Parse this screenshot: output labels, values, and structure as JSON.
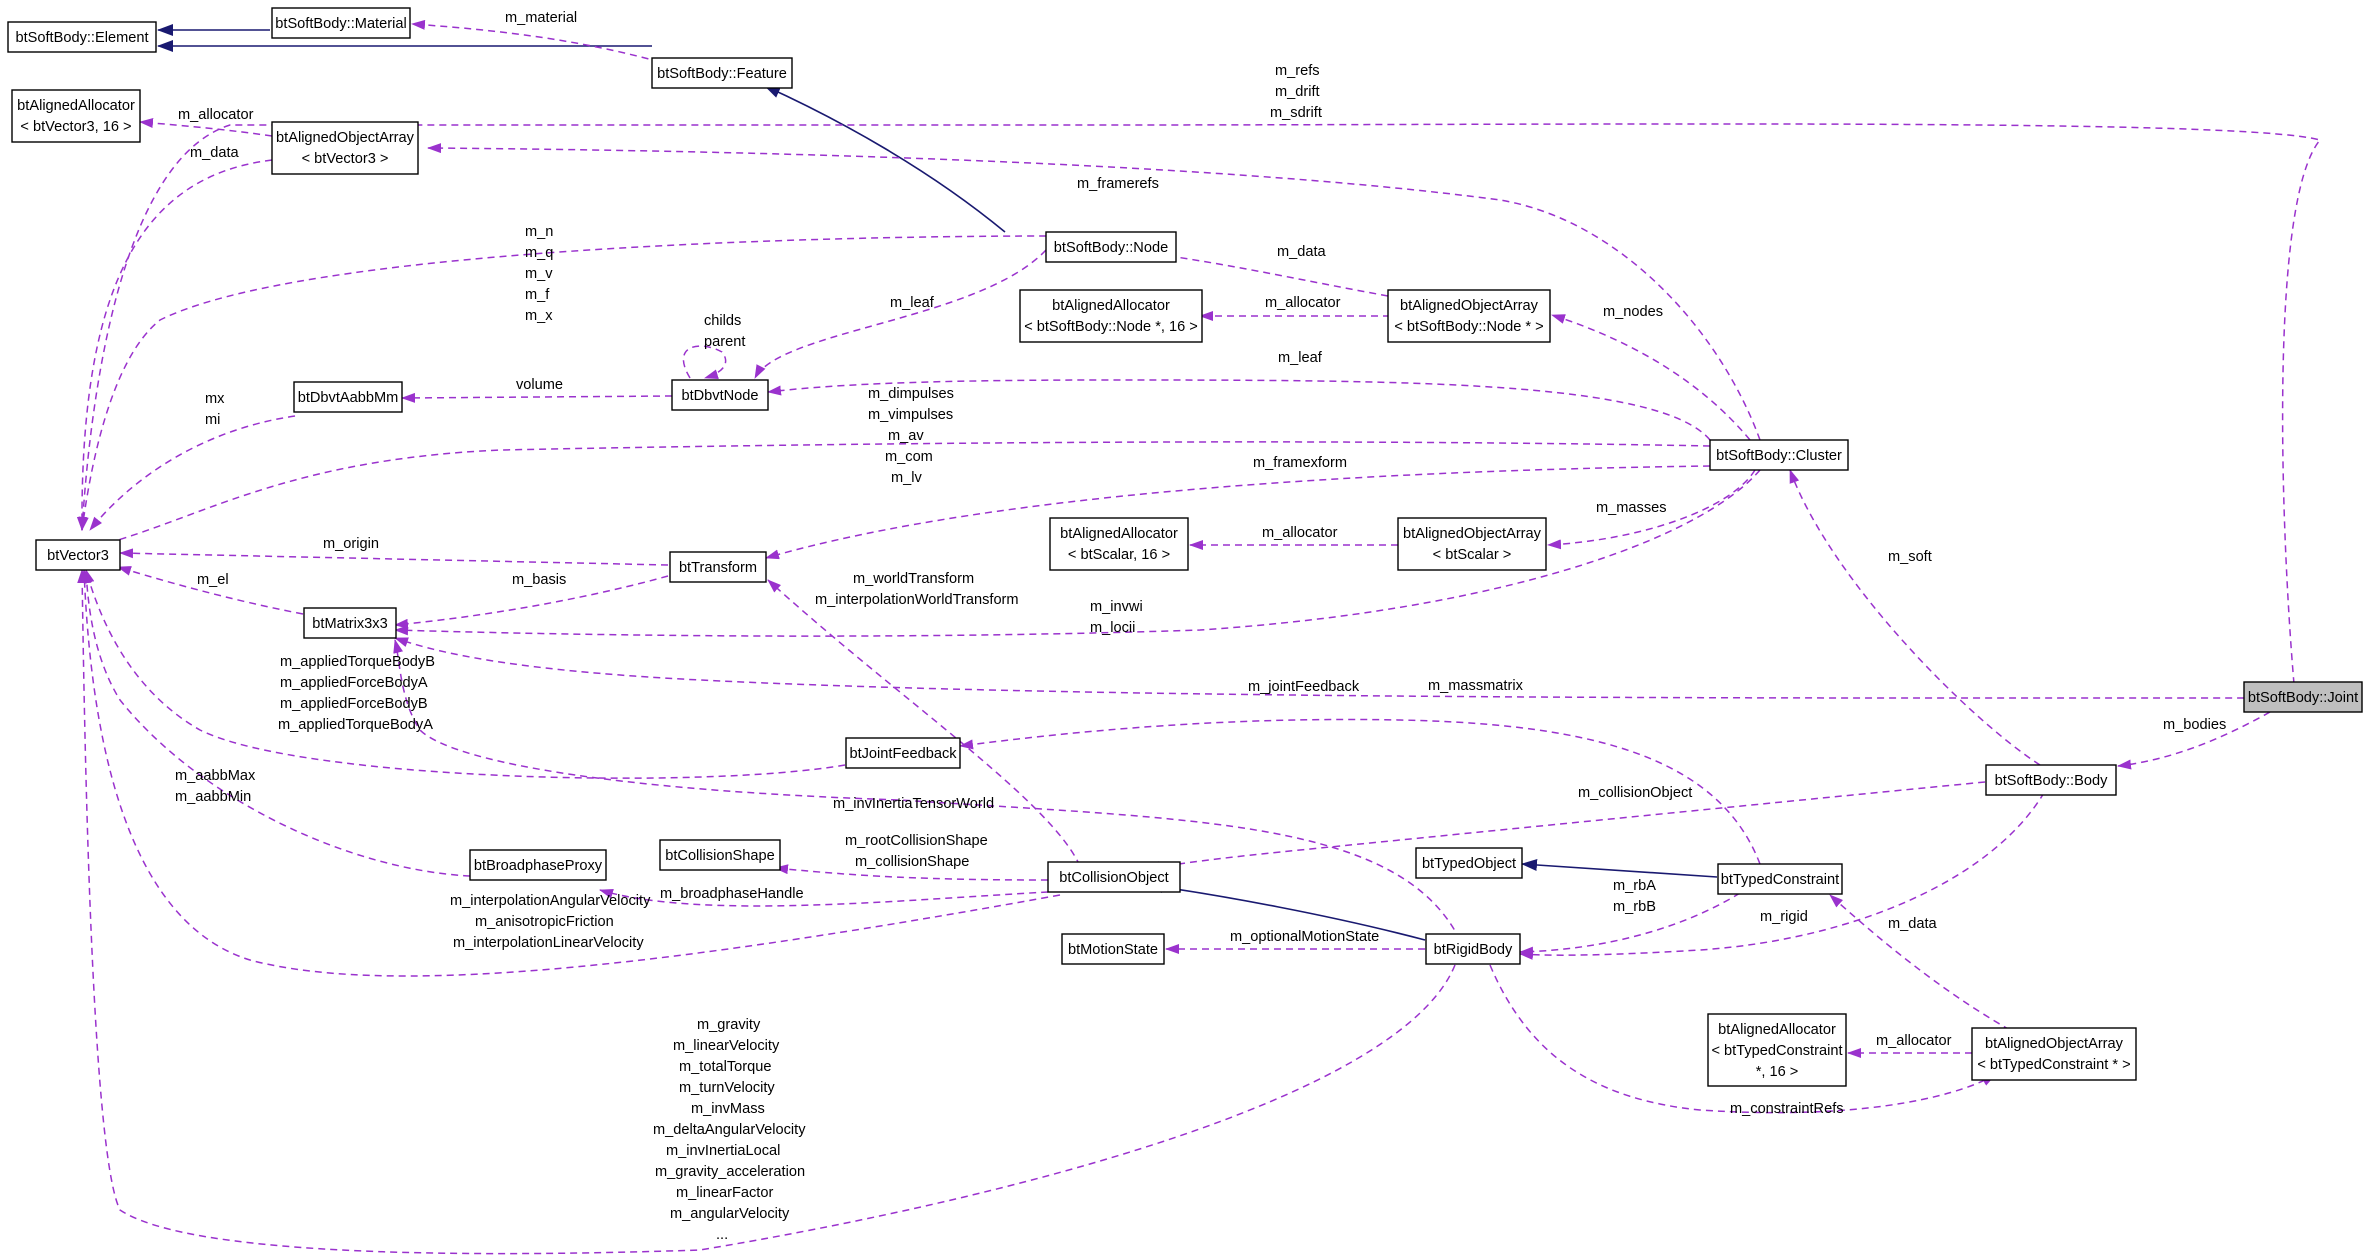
{
  "nodes": {
    "element": "btSoftBody::Element",
    "material": "btSoftBody::Material",
    "feature": "btSoftBody::Feature",
    "alloc_vec3": [
      "btAlignedAllocator",
      "< btVector3, 16 >"
    ],
    "array_vec3": [
      "btAlignedObjectArray",
      "< btVector3 >"
    ],
    "node": "btSoftBody::Node",
    "alloc_node": [
      "btAlignedAllocator",
      "< btSoftBody::Node *, 16 >"
    ],
    "array_node": [
      "btAlignedObjectArray",
      "< btSoftBody::Node * >"
    ],
    "dbvt_aabb": "btDbvtAabbMm",
    "dbvt_node": "btDbvtNode",
    "cluster": "btSoftBody::Cluster",
    "vector3": "btVector3",
    "transform": "btTransform",
    "alloc_scalar": [
      "btAlignedAllocator",
      "< btScalar, 16 >"
    ],
    "array_scalar": [
      "btAlignedObjectArray",
      "< btScalar >"
    ],
    "matrix3x3": "btMatrix3x3",
    "joint": "btSoftBody::Joint",
    "joint_feedback": "btJointFeedback",
    "body": "btSoftBody::Body",
    "broadphase_proxy": "btBroadphaseProxy",
    "collision_shape": "btCollisionShape",
    "collision_object": "btCollisionObject",
    "typed_object": "btTypedObject",
    "typed_constraint": "btTypedConstraint",
    "motion_state": "btMotionState",
    "rigid_body": "btRigidBody",
    "alloc_constraint": [
      "btAlignedAllocator",
      "< btTypedConstraint",
      "*, 16 >"
    ],
    "array_constraint": [
      "btAlignedObjectArray",
      "< btTypedConstraint * >"
    ]
  },
  "labels": {
    "m_material": "m_material",
    "m_allocator_vec3": "m_allocator",
    "m_data_vec3": "m_data",
    "joint_refs": [
      "m_refs",
      "m_drift",
      "m_sdrift"
    ],
    "m_framerefs": "m_framerefs",
    "node_vec_members": [
      "m_n",
      "m_q",
      "m_v",
      "m_f",
      "m_x"
    ],
    "m_data_node": "m_data",
    "m_leaf_node": "m_leaf",
    "dbvt_self": [
      "childs",
      "parent"
    ],
    "m_allocator_node": "m_allocator",
    "m_nodes": "m_nodes",
    "aabb_members": [
      "mx",
      "mi"
    ],
    "volume": "volume",
    "m_leaf_cluster": "m_leaf",
    "cluster_vec_members": [
      "m_dimpulses",
      "m_vimpulses",
      "m_av",
      "m_com",
      "m_lv"
    ],
    "m_framexform": "m_framexform",
    "m_masses": "m_masses",
    "m_origin": "m_origin",
    "m_allocator_scalar": "m_allocator",
    "m_soft": "m_soft",
    "m_el": "m_el",
    "m_basis": "m_basis",
    "transform_members": [
      "m_worldTransform",
      "m_interpolationWorldTransform"
    ],
    "cluster_matrix_members": [
      "m_invwi",
      "m_locii"
    ],
    "feedback_vec_members": [
      "m_appliedTorqueBodyB",
      "m_appliedForceBodyA",
      "m_appliedForceBodyB",
      "m_appliedTorqueBodyA"
    ],
    "m_massmatrix": "m_massmatrix",
    "m_bodies": "m_bodies",
    "m_jointFeedback": "m_jointFeedback",
    "aabb_proxy_members": [
      "m_aabbMax",
      "m_aabbMin"
    ],
    "m_invInertiaTensorWorld": "m_invInertiaTensorWorld",
    "m_collisionObject": "m_collisionObject",
    "shape_members": [
      "m_rootCollisionShape",
      "m_collisionShape"
    ],
    "m_broadphaseHandle": "m_broadphaseHandle",
    "colobj_vec_members": [
      "m_interpolationAngularVelocity",
      "m_anisotropicFriction",
      "m_interpolationLinearVelocity"
    ],
    "constraint_rb": [
      "m_rbA",
      "m_rbB"
    ],
    "m_rigid": "m_rigid",
    "m_data_constraint": "m_data",
    "m_optionalMotionState": "m_optionalMotionState",
    "m_allocator_constraint": "m_allocator",
    "m_constraintRefs": "m_constraintRefs",
    "rigid_vec_members": [
      "m_gravity",
      "m_linearVelocity",
      "m_totalTorque",
      "m_turnVelocity",
      "m_invMass",
      "m_deltaAngularVelocity",
      "m_invInertiaLocal",
      "m_gravity_acceleration",
      "m_linearFactor",
      "m_angularVelocity",
      "..."
    ]
  },
  "colors": {
    "member_edge": "#9a32cd",
    "inherit_edge": "#191970",
    "highlight_fill": "#bfbfbf"
  }
}
